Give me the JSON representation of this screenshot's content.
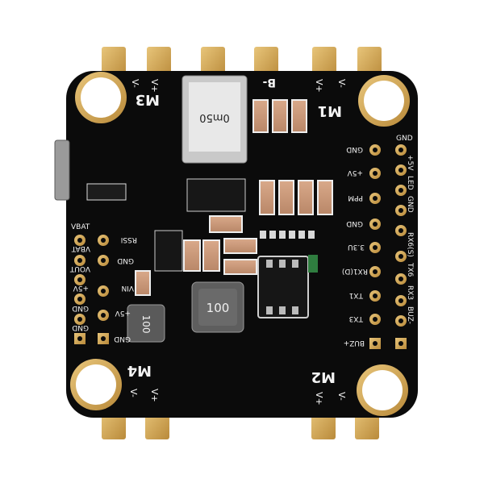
{
  "board": {
    "motor_labels": [
      "M3",
      "M1",
      "M4",
      "M2"
    ],
    "pad_polarity": {
      "neg": "V-",
      "pos": "V+"
    },
    "battery_mark": "B-",
    "shunt_resistor": "0m50",
    "inductor_large": "100",
    "inductor_small": "100",
    "left_pin_labels": [
      "VBAT",
      "VBAT",
      "VOUT",
      "+5V",
      "GND",
      "GND"
    ],
    "left_inner_labels": [
      "RSSI",
      "GND",
      "VIN",
      "+5V",
      "GND"
    ],
    "right_inner_labels": [
      "GND",
      "+5V",
      "PPM",
      "GND",
      "3.3U",
      "RX1(D)",
      "TX1",
      "TX3",
      "BUZ+"
    ],
    "right_outer_labels": [
      "GND",
      "+5V",
      "LED",
      "GND",
      "RX6(S)",
      "TX6",
      "RX3",
      "BUZ-"
    ],
    "colors": {
      "pcb": "#0b0b0b",
      "copper": "#d9b15e",
      "silkscreen": "#f4f4f4"
    }
  }
}
